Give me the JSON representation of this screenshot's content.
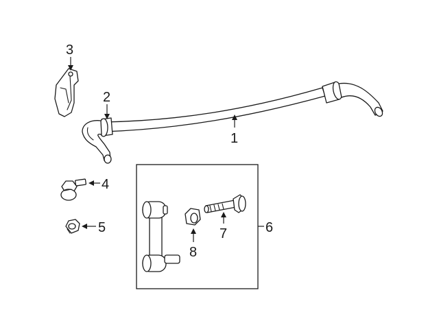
{
  "callouts": {
    "c1": "1",
    "c2": "2",
    "c3": "3",
    "c4": "4",
    "c5": "5",
    "c6": "6",
    "c7": "7",
    "c8": "8"
  },
  "colors": {
    "line": "#1a1a1a",
    "background": "#ffffff"
  }
}
